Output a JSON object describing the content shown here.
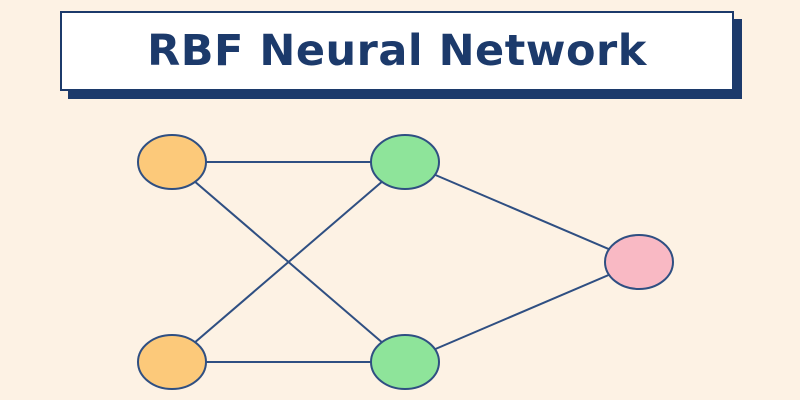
{
  "title": "RBF Neural Network",
  "colors": {
    "background": "#fdf2e4",
    "title_text": "#1c3a6b",
    "title_box": "#ffffff",
    "edge": "#2f4f82",
    "input_node": "#fcc97a",
    "hidden_node": "#8ee49a",
    "output_node": "#f9b9c4",
    "node_outline": "#2f4f82"
  },
  "nodes": [
    {
      "id": "input-1",
      "layer": "input"
    },
    {
      "id": "input-2",
      "layer": "input"
    },
    {
      "id": "hidden-1",
      "layer": "hidden"
    },
    {
      "id": "hidden-2",
      "layer": "hidden"
    },
    {
      "id": "output-1",
      "layer": "output"
    }
  ],
  "edges": [
    {
      "from": "input-1",
      "to": "hidden-1"
    },
    {
      "from": "input-1",
      "to": "hidden-2"
    },
    {
      "from": "input-2",
      "to": "hidden-1"
    },
    {
      "from": "input-2",
      "to": "hidden-2"
    },
    {
      "from": "hidden-1",
      "to": "output-1"
    },
    {
      "from": "hidden-2",
      "to": "output-1"
    }
  ]
}
